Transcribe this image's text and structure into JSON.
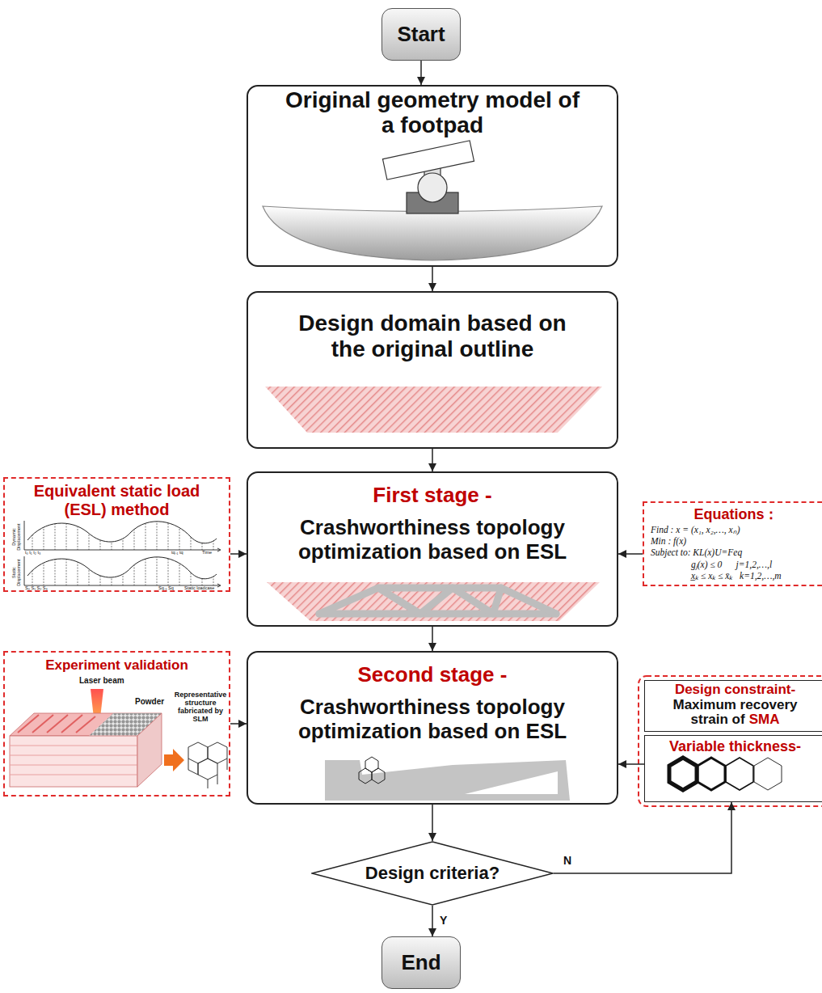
{
  "diagram": {
    "nodes": [
      {
        "text": [
          "Start"
        ]
      },
      {
        "text": [
          "Original geometry model of a footpad"
        ]
      },
      {
        "text": [
          "Design domain based on the original outline"
        ]
      },
      {
        "text": [
          "Equivalent static load (ESL) method"
        ]
      },
      {
        "text": [
          "First stage -",
          "Crashworthiness topology optimization based on ESL"
        ]
      },
      {
        "text": [
          "Equations：",
          "Find : x = (x₁, x₂,…, xₙ)",
          "Min : f(x)",
          "Subject to: KL(x)U=Feq",
          "gⱼ(x) ≤ 0      j=1,2,…,l",
          "x̲ₖ ≤ xₖ ≤ x̄ₖ   k=1,2,…,m"
        ]
      },
      {
        "text": [
          "Experiment validation",
          "Laser beam",
          "Powder",
          "Representative structure fabricated by SLM"
        ]
      },
      {
        "text": [
          "Second stage -",
          "Crashworthiness topology optimization based on ESL"
        ]
      },
      {
        "text": [
          "Design constraint-",
          "Maximum recovery strain of",
          "SMA"
        ]
      },
      {
        "text": [
          "Variable thickness-"
        ]
      },
      {
        "text": [
          "Design criteria?"
        ]
      },
      {
        "text": [
          "End"
        ]
      }
    ],
    "edges": [
      {
        "from": 0,
        "to": 1,
        "arrow": "to"
      },
      {
        "from": 1,
        "to": 2,
        "arrow": "to"
      },
      {
        "from": 2,
        "to": 4,
        "arrow": "to"
      },
      {
        "from": 3,
        "to": 4,
        "arrow": "to"
      },
      {
        "from": 5,
        "to": 4,
        "arrow": "to"
      },
      {
        "from": 4,
        "to": 7,
        "arrow": "to"
      },
      {
        "from": 6,
        "to": 7,
        "arrow": "to"
      },
      {
        "from": 9,
        "to": 7,
        "arrow": "to"
      },
      {
        "from": 7,
        "to": 10,
        "arrow": "to"
      },
      {
        "from": 10,
        "to": 11,
        "label": "Y",
        "arrow": "to"
      },
      {
        "from": 10,
        "to": 9,
        "label": "N",
        "arrow": "to"
      }
    ],
    "labels": [
      "Dynamic Displacement",
      "t₀ t₁ t₂ t₃",
      "tq₋₁ tq",
      "Time",
      "Static Displacement",
      "S₀ S₁ S₂ S₃",
      "Sq₋₁ Sq",
      "Static loadcase"
    ]
  }
}
